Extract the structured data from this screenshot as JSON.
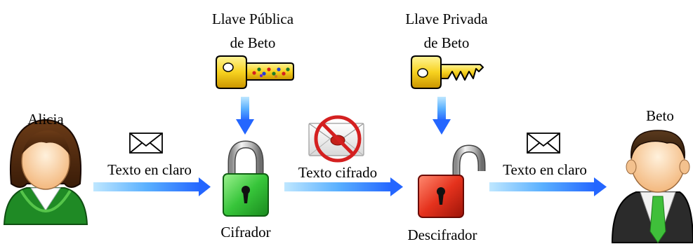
{
  "actors": {
    "sender": "Alicia",
    "receiver": "Beto"
  },
  "keys": {
    "public": {
      "line1": "Llave Pública",
      "line2": "de Beto"
    },
    "private": {
      "line1": "Llave Privada",
      "line2": "de Beto"
    }
  },
  "arrows": {
    "plaintext_in": "Texto en claro",
    "ciphertext": "Texto cifrado",
    "plaintext_out": "Texto en claro"
  },
  "components": {
    "encryptor": "Cifrador",
    "decryptor": "Descifrador"
  },
  "colors": {
    "arrow_blue": "#3a7bff",
    "key_yellow": "#f7d21f",
    "lock_green": "#37c53a",
    "lock_red": "#e5321d",
    "forbidden_red": "#d42020"
  }
}
